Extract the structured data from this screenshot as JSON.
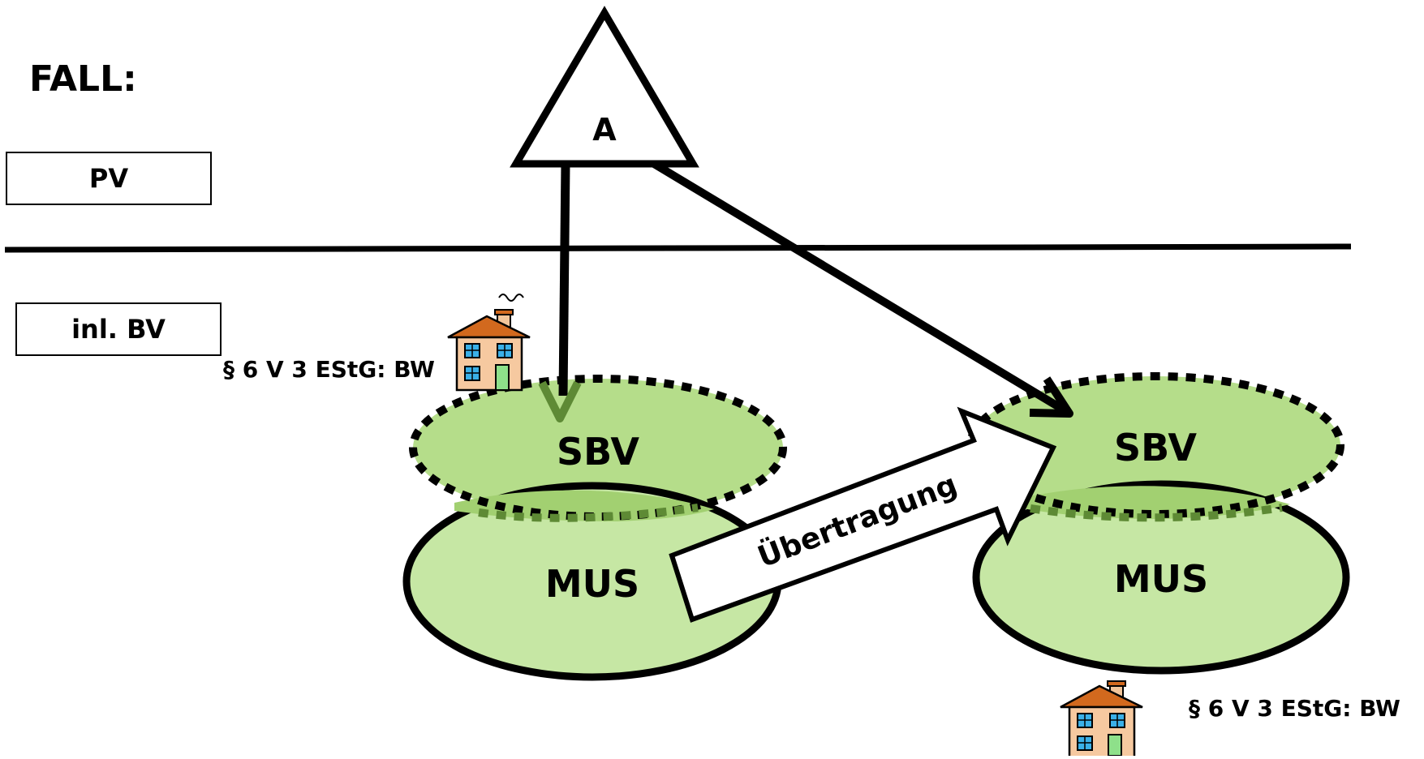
{
  "title": "FALL:",
  "pv_box": {
    "label": "PV"
  },
  "bv_box": {
    "label": "inl. BV"
  },
  "shareholder": {
    "label": "A"
  },
  "entity_left": {
    "sbv_label": "SBV",
    "mus_label": "MUS"
  },
  "entity_right": {
    "sbv_label": "SBV",
    "mus_label": "MUS"
  },
  "transfer_arrow": {
    "label": "Übertragung"
  },
  "ref_left": {
    "text": "§ 6 V 3 EStG: BW"
  },
  "ref_right": {
    "text": "§ 6 V 3 EStG: BW"
  },
  "icons": [
    "house-icon",
    "house-icon"
  ],
  "colors": {
    "sbv_fill": "#b5dd8a",
    "mus_fill": "#c6e7a4",
    "dotted_green": "#5e8a35",
    "arrow_green": "#5e8a35"
  }
}
